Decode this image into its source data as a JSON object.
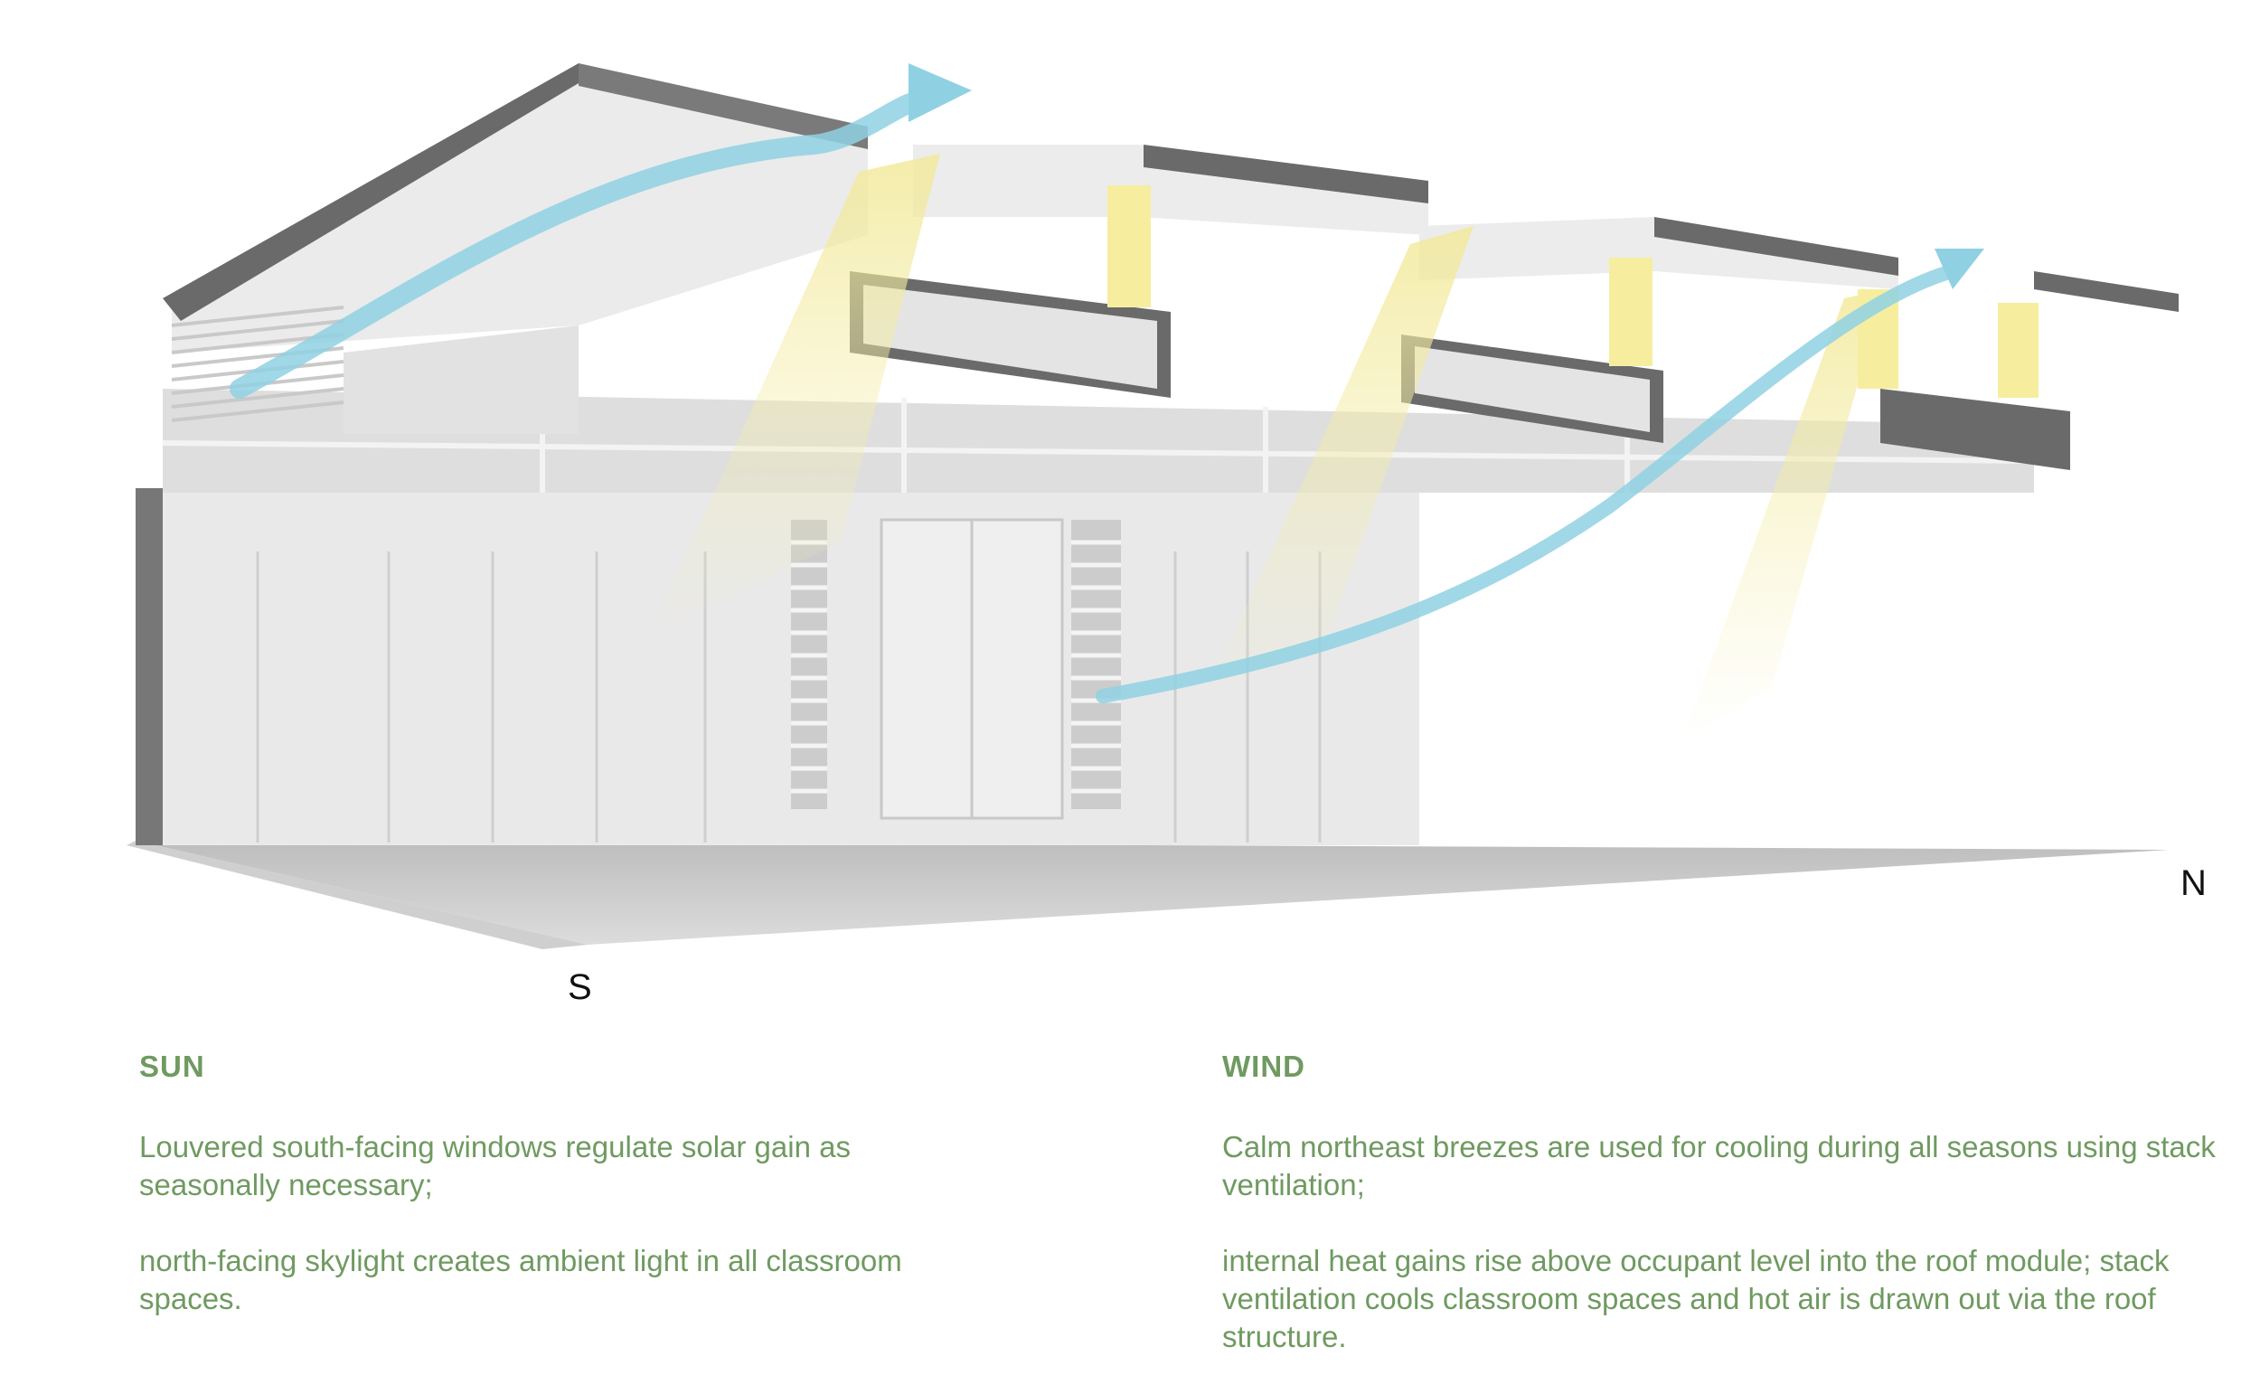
{
  "compass": {
    "south": "S",
    "north": "N"
  },
  "colors": {
    "accent_text": "#6f9a60",
    "wind_arrow": "#8fd1e3",
    "sun_beam": "#f6f0b2",
    "roof_edge": "#6a6a6a",
    "building": "#e6e6e6",
    "floor": "#d4d4d4"
  },
  "sun": {
    "heading": "SUN",
    "paragraphs": [
      "Louvered south-facing windows regulate solar gain as seasonally necessary;",
      "north-facing skylight creates ambient light in all classroom spaces."
    ]
  },
  "wind": {
    "heading": "WIND",
    "paragraphs": [
      "Calm northeast breezes are used for cooling during all seasons using stack ventilation;",
      "internal heat gains rise above occupant level into the roof module; stack ventilation cools classroom spaces and hot air is drawn out via the roof structure."
    ]
  }
}
